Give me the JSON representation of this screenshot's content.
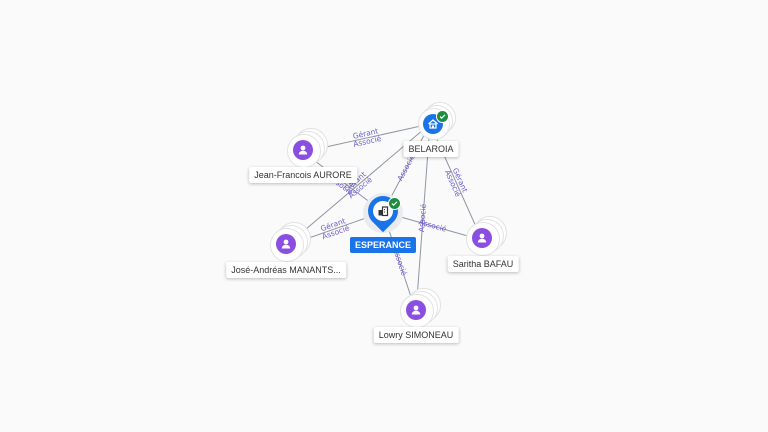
{
  "colors": {
    "person": "#8a4fe0",
    "company": "#1a73e8",
    "edge": "#8e96a3",
    "edge_label": "#6d5bd0",
    "verified": "#1e8e3e"
  },
  "nodes": {
    "esperance": {
      "label": "ESPERANCE",
      "icon": "building-icon"
    },
    "belaroia": {
      "label": "BELAROIA",
      "icon": "home-icon"
    },
    "aurore": {
      "label": "Jean-Francois AURORE",
      "icon": "person-icon"
    },
    "manantsoa": {
      "label": "José-Andréas MANANTS...",
      "icon": "person-icon"
    },
    "bafau": {
      "label": "Saritha BAFAU",
      "icon": "person-icon"
    },
    "simoneau": {
      "label": "Lowry SIMONEAU",
      "icon": "person-icon"
    }
  },
  "edges": [
    {
      "from": "aurore",
      "to": "belaroia",
      "labels": [
        "Gérant",
        "Associé"
      ]
    },
    {
      "from": "aurore",
      "to": "esperance",
      "labels": [
        "Gérant",
        "Associé"
      ]
    },
    {
      "from": "manantsoa",
      "to": "belaroia",
      "labels": [
        "Gérant",
        "Associé"
      ]
    },
    {
      "from": "manantsoa",
      "to": "esperance",
      "labels": [
        "Gérant",
        "Associé"
      ]
    },
    {
      "from": "bafau",
      "to": "belaroia",
      "labels": [
        "Gérant",
        "Associé"
      ]
    },
    {
      "from": "bafau",
      "to": "esperance",
      "labels": [
        "Associé"
      ]
    },
    {
      "from": "simoneau",
      "to": "belaroia",
      "labels": [
        "Associé"
      ]
    },
    {
      "from": "simoneau",
      "to": "esperance",
      "labels": [
        "Associé"
      ]
    },
    {
      "from": "esperance",
      "to": "belaroia",
      "labels": [
        "Associé"
      ]
    }
  ]
}
